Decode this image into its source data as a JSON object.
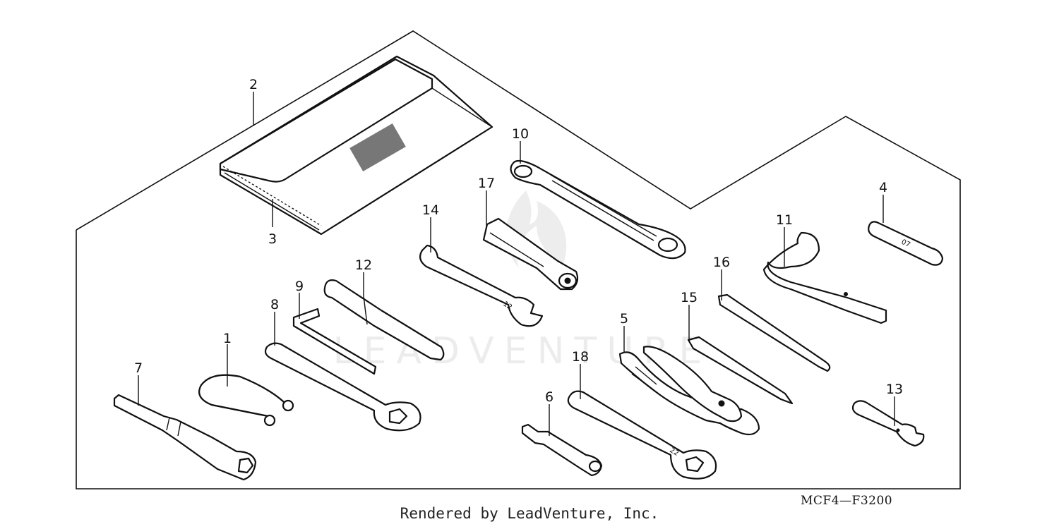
{
  "diagram_code": "MCF4—F3200",
  "credit_text": "Rendered by LeadVenture, Inc.",
  "watermark_text": "LEADVENTURE",
  "callouts": {
    "c1": "1",
    "c2": "2",
    "c3": "3",
    "c4": "4",
    "c5": "5",
    "c6": "6",
    "c7": "7",
    "c8": "8",
    "c9": "9",
    "c10": "10",
    "c11": "11",
    "c12": "12",
    "c13": "13",
    "c14": "14",
    "c15": "15",
    "c16": "16",
    "c17": "17",
    "c18": "18"
  },
  "stamps": {
    "wrench_14": "12",
    "wrench_18": "22",
    "wrench_4": "07"
  }
}
